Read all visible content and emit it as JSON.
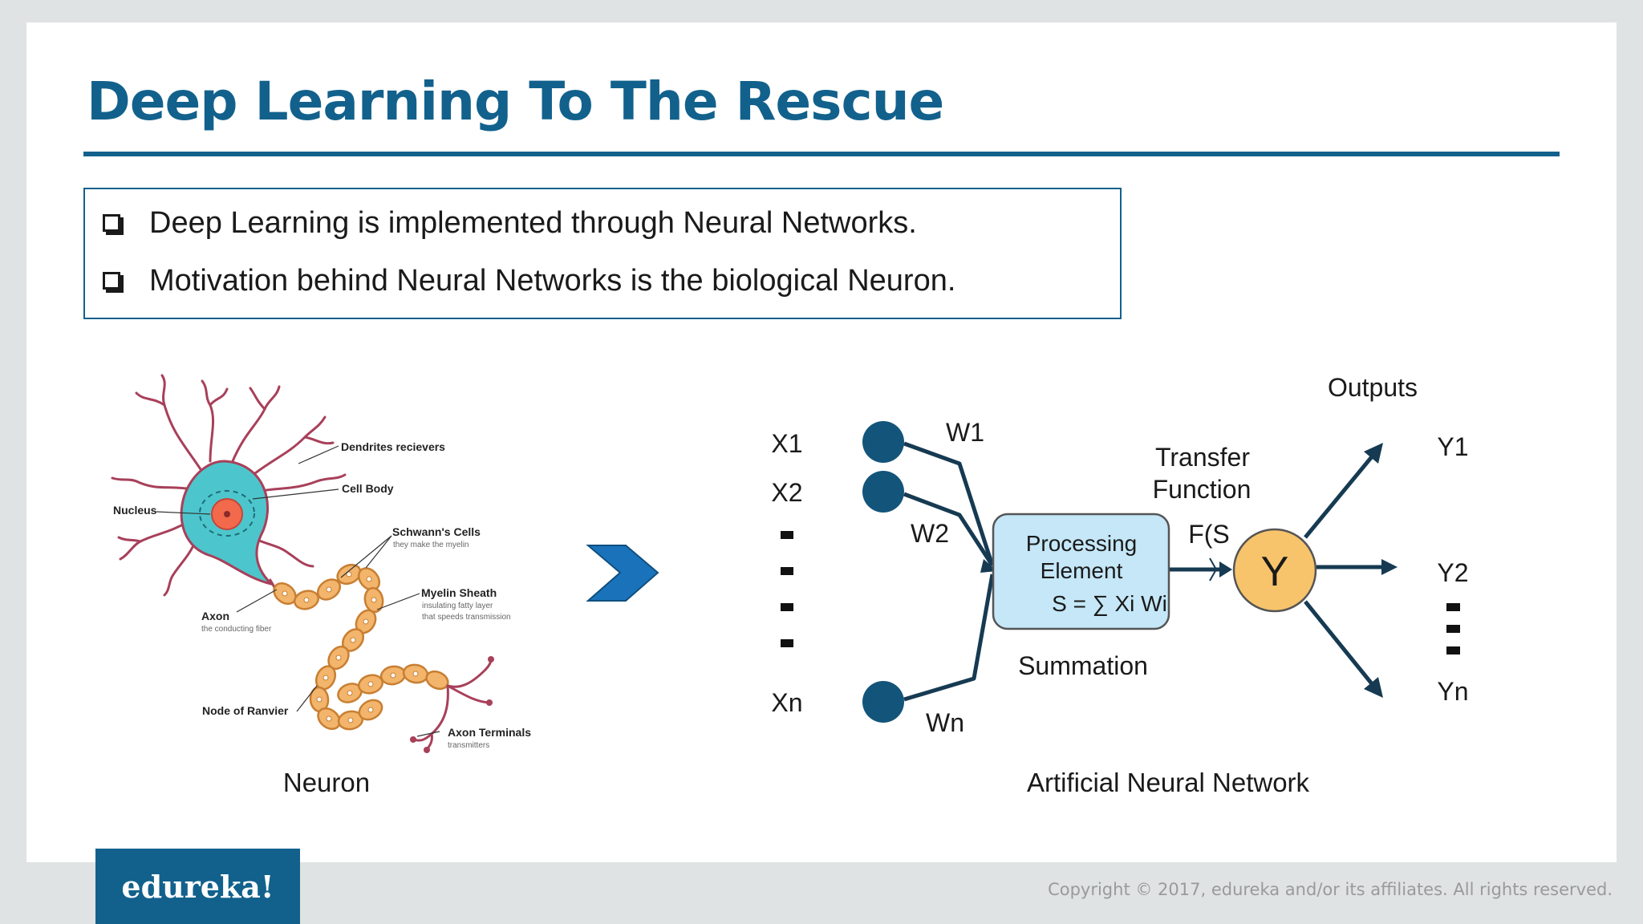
{
  "slide": {
    "title": "Deep Learning To The Rescue",
    "bullets": [
      "Deep Learning is implemented through Neural Networks.",
      "Motivation behind Neural Networks is the biological Neuron."
    ]
  },
  "neuron": {
    "caption": "Neuron",
    "labels": {
      "dendrites": "Dendrites recievers",
      "cell_body": "Cell Body",
      "nucleus": "Nucleus",
      "schwann": "Schwann's Cells",
      "schwann_sub": "they make the myelin",
      "myelin": "Myelin Sheath",
      "myelin_sub1": "insulating fatty layer",
      "myelin_sub2": "that speeds transmission",
      "axon": "Axon",
      "axon_sub": "the conducting fiber",
      "ranvier": "Node of Ranvier",
      "terminals": "Axon Terminals",
      "terminals_sub": "transmitters"
    }
  },
  "ann": {
    "caption": "Artificial Neural Network",
    "inputs": [
      "X1",
      "X2",
      "Xn"
    ],
    "weights": [
      "W1",
      "W2",
      "Wn"
    ],
    "processing": {
      "line1": "Processing",
      "line2": "Element",
      "formula": "S = ∑ Xi Wi"
    },
    "summation": "Summation",
    "transfer_line1": "Transfer",
    "transfer_line2": "Function",
    "fs": "F(S",
    "output_node": "Y",
    "outputs_title": "Outputs",
    "outputs": [
      "Y1",
      "Y2",
      "Yn"
    ]
  },
  "footer": {
    "logo": "edureka!",
    "copyright": "Copyright © 2017, edureka and/or its affiliates. All rights reserved."
  },
  "colors": {
    "brand": "#12618c",
    "node": "#13557a",
    "processing_fill": "#c5e7f7",
    "output_fill": "#f7c46b",
    "cell": "#4cc6cc",
    "myelin": "#f2b56b"
  }
}
